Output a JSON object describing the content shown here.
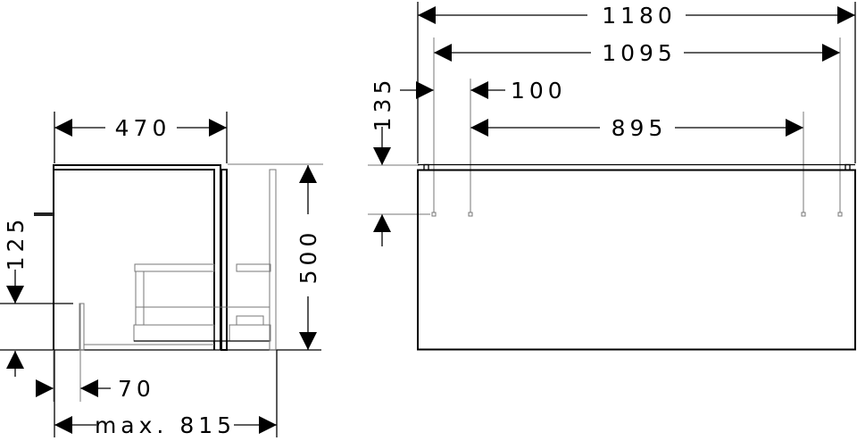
{
  "drawing": {
    "side_view": {
      "depth_label": "470",
      "drawer_height_label": "125",
      "height_label": "500",
      "offset_label": "70",
      "max_depth_label": "max. 815"
    },
    "front_view": {
      "width_label": "1180",
      "inner_width_label": "1095",
      "top_offset_label": "135",
      "side_offset_label": "100",
      "mount_spacing_label": "895"
    }
  }
}
